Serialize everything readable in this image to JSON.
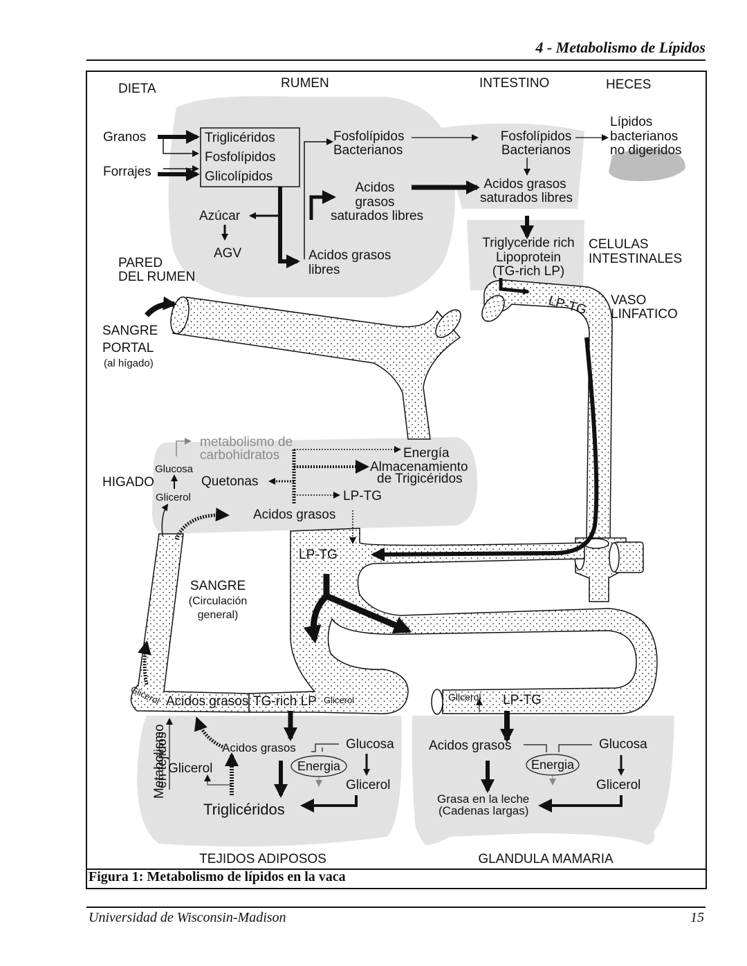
{
  "header": {
    "chapter": "4 - Metabolismo de Lípidos"
  },
  "footer": {
    "institution": "Universidad de Wisconsin-Madison",
    "page_number": "15"
  },
  "caption": "Figura 1:  Metabolismo de lípidos en la vaca",
  "diagram": {
    "section_titles": {
      "dieta": "DIETA",
      "rumen": "RUMEN",
      "intestino": "INTESTINO",
      "heces": "HECES",
      "celulas_1": "CELULAS",
      "celulas_2": "INTESTINALES",
      "vaso_1": "VASO",
      "vaso_2": "LINFATICO",
      "pared_1": "PARED",
      "pared_2": "DEL RUMEN",
      "sangre_portal_1": "SANGRE",
      "sangre_portal_2": "PORTAL",
      "sangre_portal_3": "(al hígado)",
      "higado": "HIGADO",
      "sangre_1": "SANGRE",
      "sangre_2": "(Circulación",
      "sangre_3": "general)",
      "tejidos": "TEJIDOS ADIPOSOS",
      "glandula": "GLANDULA MAMARIA",
      "metab_tejidos_1": "Metabolismo",
      "metab_tejidos_2": "en tejidos"
    },
    "diet": {
      "granos": "Granos",
      "forrajes": "Forrajes"
    },
    "rumen": {
      "box": [
        "Triglicéridos",
        "Fosfolípidos",
        "Glicolípidos"
      ],
      "azucar": "Azúcar",
      "agv": "AGV",
      "fosfo_1": "Fosfolípidos",
      "fosfo_2": "Bacterianos",
      "ag_sat_1": "Acidos",
      "ag_sat_2": "grasos",
      "ag_sat_3": "saturados libres",
      "ag_libres_1": "Acidos grasos",
      "ag_libres_2": "libres"
    },
    "intestine": {
      "fosfo_1": "Fosfolípidos",
      "fosfo_2": "Bacterianos",
      "ag_1": "Acidos grasos",
      "ag_2": "saturados libres",
      "tg_1": "Triglyceride rich",
      "tg_2": "Lipoprotein",
      "tg_3": "(TG-rich LP)"
    },
    "feces": {
      "l1": "Lípidos",
      "l2": "bacterianos",
      "l3": "no digeridos"
    },
    "vessel": {
      "lptg": "LP-TG"
    },
    "liver": {
      "metab_1": "metabolismo de",
      "metab_2": "carbohidratos",
      "glucosa": "Glucosa",
      "glicerol": "Glicerol",
      "quetonas": "Quetonas",
      "energia": "Energía",
      "alm_1": "Almacenamiento",
      "alm_2": "de Trigicéridos",
      "lptg": "LP-TG",
      "ag": "Acidos grasos"
    },
    "blood": {
      "lptg": "LP-TG"
    },
    "adipose": {
      "glicerol_vessel": "Glicerol",
      "ag_vessel": "Acidos grasos",
      "tgrich": "TG-rich LP",
      "glicerol_small": "Glicerol",
      "ag": "Acidos grasos",
      "glucosa": "Glucosa",
      "energia": "Energia",
      "glicerol": "Glicerol",
      "glicerol_right": "Glicerol",
      "trig": "Triglicéridos"
    },
    "mammary": {
      "glicerol_vessel": "Glicerol",
      "lptg": "LP-TG",
      "ag": "Acidos grasos",
      "glucosa": "Glucosa",
      "energia": "Energia",
      "glicerol": "Glicerol",
      "grasa_1": "Grasa en la leche",
      "grasa_2": "(Cadenas largas)"
    }
  },
  "colors": {
    "region_fill": "#e2e2e2",
    "arrow": "#111111",
    "faded_text": "#8a8a8a"
  }
}
